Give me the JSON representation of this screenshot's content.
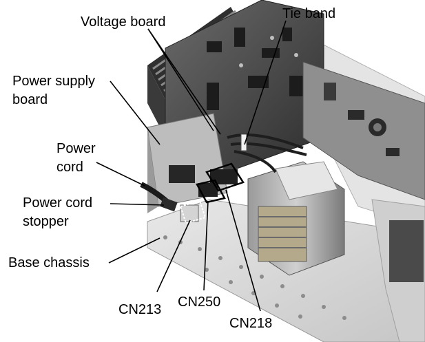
{
  "labels": {
    "voltage_board": "Voltage board",
    "tie_band": "Tie band",
    "power_supply_board_line1": "Power supply",
    "power_supply_board_line2": "board",
    "power_cord_line1": "Power",
    "power_cord_line2": "cord",
    "power_cord_stopper_line1": "Power cord",
    "power_cord_stopper_line2": "stopper",
    "base_chassis": "Base chassis",
    "cn213": "CN213",
    "cn250": "CN250",
    "cn218": "CN218"
  },
  "colors": {
    "text": "#000000",
    "leader": "#000000",
    "highlight_box": "#000000",
    "heatsink": "#3a3a3a",
    "board": "#4d4d4d",
    "chassis": "#d9d9d9",
    "transformer": "#8a8a8a"
  }
}
